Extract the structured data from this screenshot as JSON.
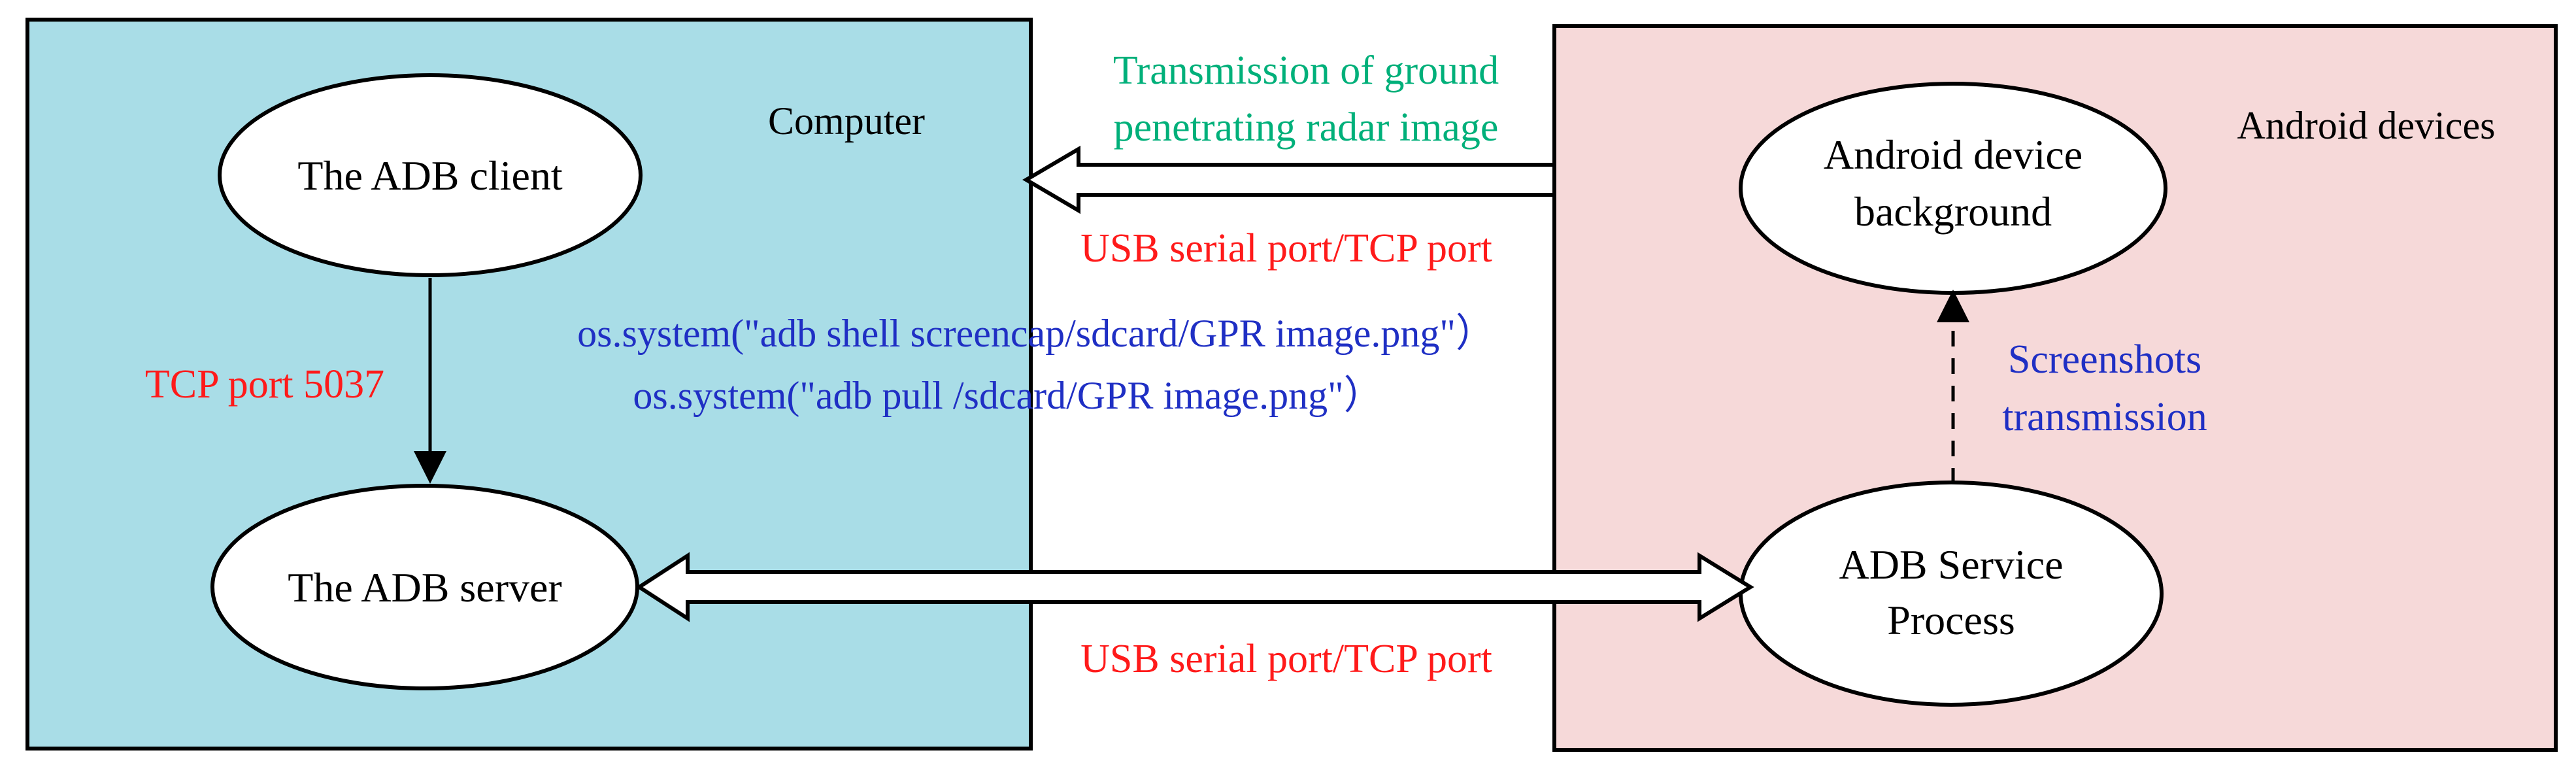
{
  "colors": {
    "computer_fill": "#a9dde7",
    "android_fill": "#f6d9d9",
    "red_text": "#ff1a1a",
    "blue_text": "#1f2fc4",
    "green_text": "#00b07a",
    "stroke": "#000000"
  },
  "computer": {
    "title": "Computer",
    "client_label": "The ADB client",
    "server_label": "The ADB server",
    "tcp_port_label": "TCP port 5037"
  },
  "android": {
    "title": "Android devices",
    "background_line1": "Android device",
    "background_line2": "background",
    "service_line1": "ADB Service",
    "service_line2": "Process",
    "screenshots_line1": "Screenshots",
    "screenshots_line2": "transmission"
  },
  "links": {
    "transmission_line1": "Transmission of ground",
    "transmission_line2": "penetrating radar image",
    "usb_top": "USB serial port/TCP port",
    "usb_bottom": "USB serial port/TCP port"
  },
  "commands": {
    "screencap": "os.system(\"adb shell screencap/sdcard/GPR image.png\"）",
    "pull": "os.system(\"adb pull /sdcard/GPR image.png\"）"
  }
}
